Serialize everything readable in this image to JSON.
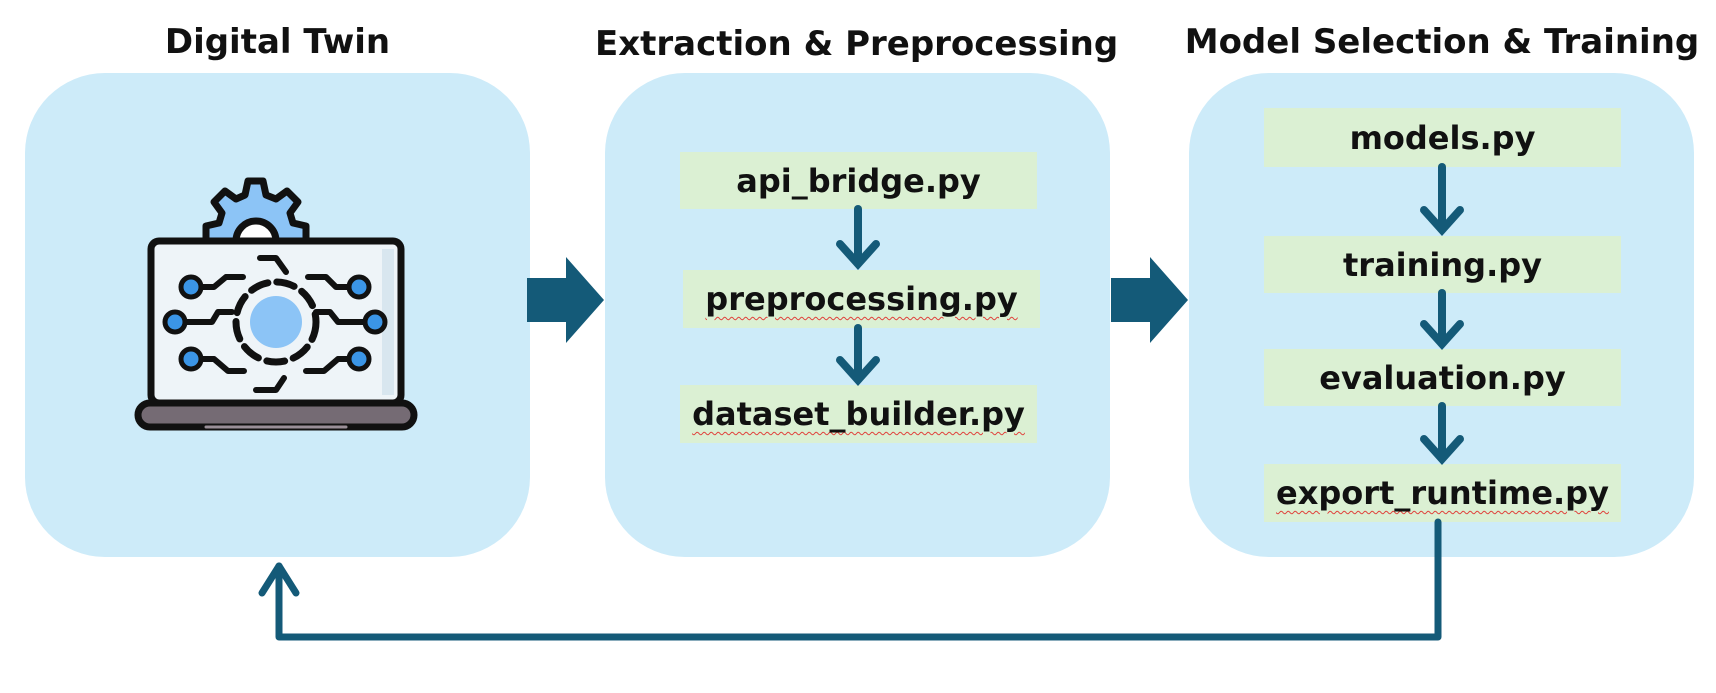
{
  "sections": {
    "digital_twin": {
      "title": "Digital Twin",
      "icon": "laptop-gear-circuit-icon"
    },
    "extraction": {
      "title": "Extraction & Preprocessing",
      "files": [
        "api_bridge.py",
        "preprocessing.py",
        "dataset_builder.py"
      ]
    },
    "model": {
      "title": "Model Selection & Training",
      "files": [
        "models.py",
        "training.py",
        "evaluation.py",
        "export_runtime.py"
      ]
    }
  },
  "colors": {
    "panel": "#cdebf9",
    "file_box": "#dbf0d3",
    "arrow": "#145a78",
    "icon_outline": "#111111",
    "icon_blue": "#8cc4f6",
    "icon_dark_blue": "#3b95e6",
    "screen": "#eef4f8",
    "laptop_base": "#756b74"
  }
}
